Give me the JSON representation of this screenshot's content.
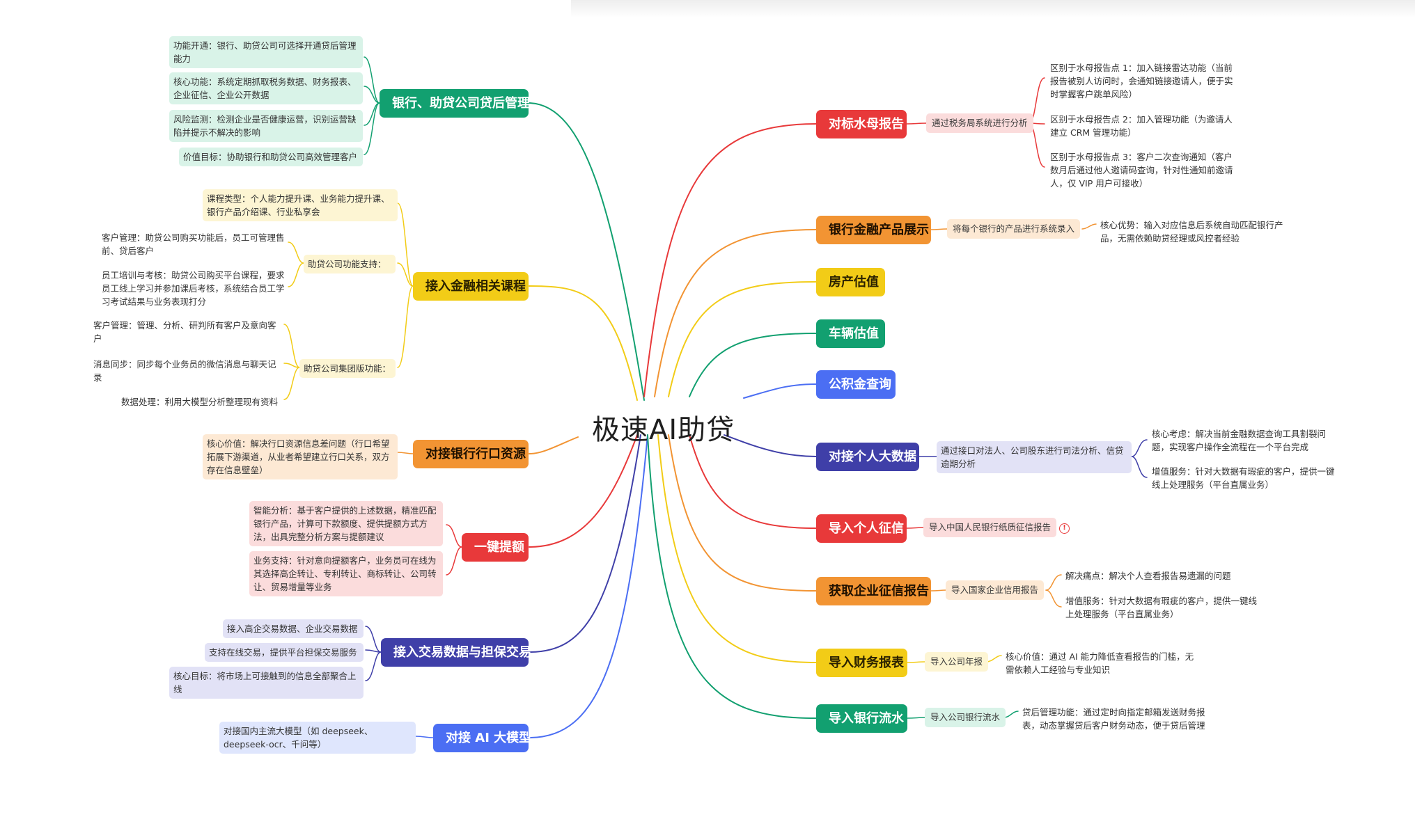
{
  "title": "极速AI助贷",
  "branches": {
    "bank_loan_mgmt": "银行、助贷公司贷后管理",
    "finance_course": "接入金融相关课程",
    "bank_channel": "对接银行行口资源",
    "one_click": "一键提额",
    "trade_data": "接入交易数据与担保交易",
    "ai_model": "对接 AI 大模型",
    "benchmark": "对标水母报告",
    "bank_products": "银行金融产品展示",
    "house_value": "房产估值",
    "car_value": "车辆估值",
    "fund_query": "公积金查询",
    "personal_data": "对接个人大数据",
    "personal_credit": "导入个人征信",
    "enterprise_credit": "获取企业征信报告",
    "financial_report": "导入财务报表",
    "bank_flow": "导入银行流水"
  },
  "leaves": {
    "loan_1": "功能开通：银行、助贷公司可选择开通贷后管理能力",
    "loan_2": "核心功能：系统定期抓取税务数据、财务报表、企业征信、企业公开数据",
    "loan_3": "风险监测：检测企业是否健康运营，识别运营缺陷并提示不解决的影响",
    "loan_4": "价值目标：协助银行和助贷公司高效管理客户",
    "course_type": "课程类型：个人能力提升课、业务能力提升课、银行产品介绍课、行业私享会",
    "course_support": "助贷公司功能支持：",
    "course_support_1": "客户管理：助贷公司购买功能后，员工可管理售前、贷后客户",
    "course_support_2": "员工培训与考核：助贷公司购买平台课程，要求员工线上学习并参加课后考核，系统结合员工学习考试结果与业务表现打分",
    "course_group": "助贷公司集团版功能：",
    "course_group_1": "客户管理：管理、分析、研判所有客户及意向客户",
    "course_group_2": "消息同步：同步每个业务员的微信消息与聊天记录",
    "course_group_3": "数据处理：利用大模型分析整理现有资料",
    "channel_1": "核心价值：解决行口资源信息差问题（行口希望拓展下游渠道，从业者希望建立行口关系，双方存在信息壁垒）",
    "oneclick_1": "智能分析：基于客户提供的上述数据，精准匹配银行产品，计算可下款额度、提供提额方式方法，出具完整分析方案与提额建议",
    "oneclick_2": "业务支持：针对意向提额客户，业务员可在线为其选择高企转让、专利转让、商标转让、公司转让、贸易增量等业务",
    "trade_1": "接入高企交易数据、企业交易数据",
    "trade_2": "支持在线交易，提供平台担保交易服务",
    "trade_3": "核心目标：将市场上可接触到的信息全部聚合上线",
    "ai_1": "对接国内主流大模型（如 deepseek、deepseek-ocr、千问等）",
    "bench_sub": "通过税务局系统进行分析",
    "bench_1": "区别于水母报告点 1：加入链接雷达功能（当前报告被别人访问时，会通知链接邀请人，便于实时掌握客户跳单风险）",
    "bench_2": "区别于水母报告点 2：加入管理功能（为邀请人建立 CRM 管理功能）",
    "bench_3": "区别于水母报告点 3：客户二次查询通知（客户数月后通过他人邀请码查询，针对性通知前邀请人，仅 VIP 用户可接收）",
    "prod_sub": "将每个银行的产品进行系统录入",
    "prod_1": "核心优势：输入对应信息后系统自动匹配银行产品，无需依赖助贷经理或风控者经验",
    "pd_sub": "通过接口对法人、公司股东进行司法分析、信贷逾期分析",
    "pd_1": "核心考虑：解决当前金融数据查询工具割裂问题，实现客户操作全流程在一个平台完成",
    "pd_2": "增值服务：针对大数据有瑕疵的客户，提供一键线上处理服务（平台直属业务）",
    "pc_sub": "导入中国人民银行纸质征信报告",
    "pc_alert": "!",
    "ec_sub": "导入国家企业信用报告",
    "ec_1": "解决痛点：解决个人查看报告易遗漏的问题",
    "ec_2": "增值服务：针对大数据有瑕疵的客户，提供一键线上处理服务（平台直属业务）",
    "fr_sub": "导入公司年报",
    "fr_1": "核心价值：通过 AI 能力降低查看报告的门槛，无需依赖人工经验与专业知识",
    "bf_sub": "导入公司银行流水",
    "bf_1": "贷后管理功能：通过定时向指定邮箱发送财务报表，动态掌握贷后客户财务动态，便于贷后管理"
  },
  "colors": {
    "green": "#12a070",
    "yellow": "#f2cc17",
    "orange": "#f29433",
    "red": "#e8393a",
    "indigo": "#3f3fa8",
    "blue": "#4b6ef3"
  }
}
